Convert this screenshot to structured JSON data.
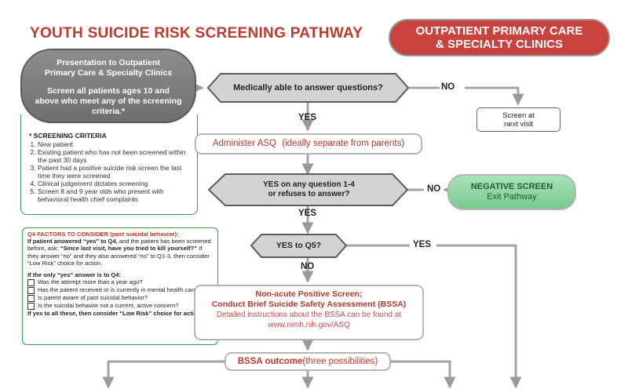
{
  "title": "YOUTH SUICIDE RISK SCREENING PATHWAY",
  "banner": {
    "line1": "OUTPATIENT PRIMARY CARE",
    "line2": "& SPECIALTY CLINICS"
  },
  "presentation": {
    "line1": "Presentation to Outpatient",
    "line2": "Primary Care & Specialty Clinics",
    "body": "Screen all patients ages 10 and above who meet any of the screening criteria.*"
  },
  "criteria": {
    "heading": "* SCREENING CRITERIA",
    "items": [
      "New patient",
      "Existing patient who has not been screened within the past 30 days",
      "Patient had a positive suicide risk screen the last time they were screened",
      "Clinical judgement dictates screening",
      "Screen 8 and 9 year olds who present with behavioral health chief complaints"
    ]
  },
  "decision1": {
    "text": "Medically able to answer questions?"
  },
  "no1": "NO",
  "screen_next": {
    "line1": "Screen at",
    "line2": "next visit"
  },
  "yes1": "YES",
  "asq": {
    "text": "Administer ASQ",
    "note": "(ideally separate from parents)"
  },
  "decision2": {
    "line1": "YES on any question 1-4",
    "line2": "or refuses to answer?"
  },
  "no2": "NO",
  "negative": {
    "line1": "NEGATIVE SCREEN",
    "line2": "Exit Pathway"
  },
  "yes2": "YES",
  "q4": {
    "heading": "Q4 FACTORS TO CONSIDER (past suicidal behavior):",
    "intro_a": "If patient answered “yes” to Q4,",
    "intro_b": " and the patient has been screened before, ask: ",
    "intro_c": "“Since last visit, have you tried to kill yourself?”",
    "intro_d": " If they answer “no” and they also answered “no” to Q1-3, then consider “Low Risk” choice for action.",
    "only_yes": "If the only “yes” answer is to Q4:",
    "checks": [
      "Was the attempt more than a year ago?",
      "Has the patient received or is currently in mental health care?",
      "Is parent aware of past suicidal behavior?",
      "Is the suicidal behavior not a current, active concern?"
    ],
    "footer": "If yes to all these, then consider “Low Risk” choice for action."
  },
  "decision3": {
    "text": "YES to Q5?"
  },
  "yes3": "YES",
  "no3": "NO",
  "bssa": {
    "line1": "Non-acute Positive Screen;",
    "line2": "Conduct Brief Suicide Safety Assessment (BSSA)",
    "line3": "Detailed instructions about the BSSA can be found at",
    "line4": "www.nimh.nih.gov/ASQ"
  },
  "outcome": {
    "title": "BSSA outcome",
    "note": "(three possibilities)"
  },
  "colors": {
    "accent_red": "#c0392b",
    "banner_red": "#c8433e",
    "green_border": "#3a9a55",
    "green_fill": "#8fd6a3",
    "gray": "#9a9a9a"
  }
}
